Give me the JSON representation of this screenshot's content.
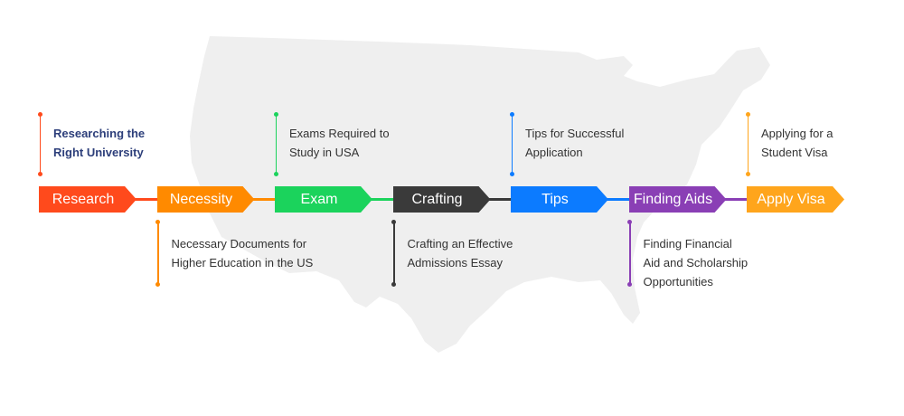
{
  "steps": [
    {
      "label": "Research",
      "color": "#ff4a1c",
      "description": "Researching the\nRight University",
      "desc_position": "top",
      "highlight": true
    },
    {
      "label": "Necessity",
      "color": "#ff8a00",
      "description": "Necessary Documents for\nHigher Education in the US",
      "desc_position": "bottom",
      "highlight": false
    },
    {
      "label": "Exam",
      "color": "#1bd35c",
      "description": "Exams Required to\nStudy in USA",
      "desc_position": "top",
      "highlight": false
    },
    {
      "label": "Crafting",
      "color": "#3a3a3a",
      "description": "Crafting an Effective\nAdmissions Essay",
      "desc_position": "bottom",
      "highlight": false
    },
    {
      "label": "Tips",
      "color": "#0c7bff",
      "description": "Tips for Successful\nApplication",
      "desc_position": "top",
      "highlight": false
    },
    {
      "label": "Finding Aids",
      "color": "#8a3fb5",
      "description": "Finding Financial\nAid and Scholarship\nOpportunities",
      "desc_position": "bottom",
      "highlight": false
    },
    {
      "label": "Apply Visa",
      "color": "#ffa51c",
      "description": "Applying for a\nStudent Visa",
      "desc_position": "top",
      "highlight": false
    }
  ],
  "map_color": "#efefef"
}
